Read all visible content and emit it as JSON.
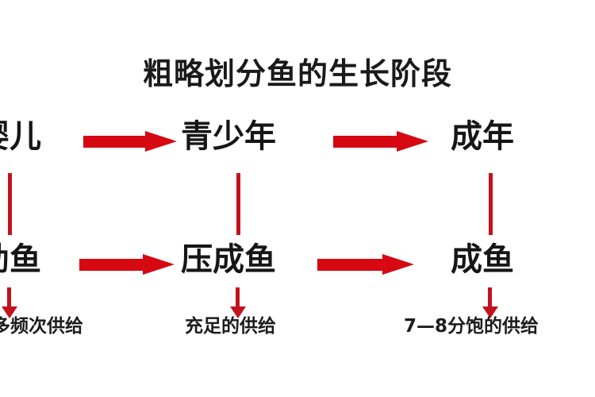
{
  "diagram": {
    "title": "粗略划分鱼的生长阶段",
    "background_color": "#ffffff",
    "arrow_color": "#d60812",
    "connector_color": "#c3121d",
    "text_color": "#161616"
  },
  "human_stages": [
    {
      "label": "婴儿",
      "clipped": true
    },
    {
      "label": "青少年",
      "clipped": false
    },
    {
      "label": "成年",
      "clipped": false
    }
  ],
  "fish_stages": [
    {
      "label": "幼鱼",
      "clipped": true
    },
    {
      "label": "压成鱼",
      "clipped": false
    },
    {
      "label": "成鱼",
      "clipped": false
    }
  ],
  "captions": [
    {
      "label": "多频次供给",
      "clipped": true
    },
    {
      "label": "充足的供给",
      "clipped": false
    },
    {
      "label": "7—8分饱的供给",
      "clipped": false
    }
  ],
  "icons": {
    "arrow_right": "arrow-right-icon",
    "arrow_down": "arrow-down-icon",
    "connector": "vertical-connector-icon"
  }
}
